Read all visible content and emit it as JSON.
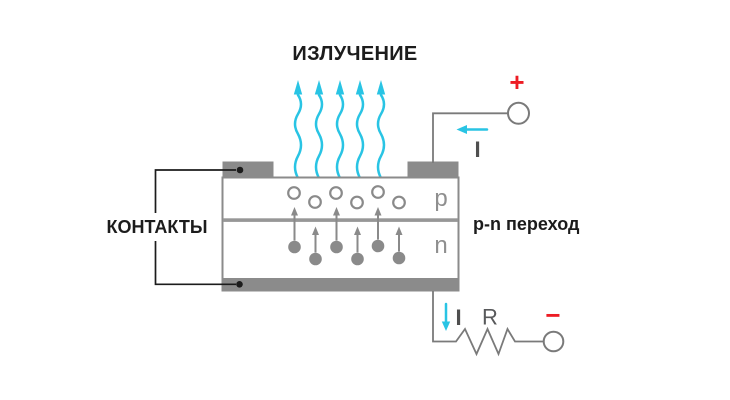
{
  "colors": {
    "cyan": "#29c4e4",
    "red": "#ed1c24",
    "ink": "#1c1c1c",
    "device_gray": "#8b8b8b",
    "junction_gray": "#979797",
    "particle_gray": "#8a8a8a",
    "wire_gray": "#7a7a7a",
    "region_label_gray": "#8f8f8f",
    "current_label_gray": "#4f4f4f",
    "resistor_label_gray": "#58595b"
  },
  "title": "ИЗЛУЧЕНИЕ",
  "device": {
    "p_label": "p",
    "n_label": "n"
  },
  "annotations": {
    "contacts": "КОНТАКТЫ",
    "junction": "p-n переход"
  },
  "circuit": {
    "plus_terminal": "+",
    "minus_terminal": "−",
    "resistor_label": "R",
    "current_top": "I",
    "current_bottom": "I"
  }
}
